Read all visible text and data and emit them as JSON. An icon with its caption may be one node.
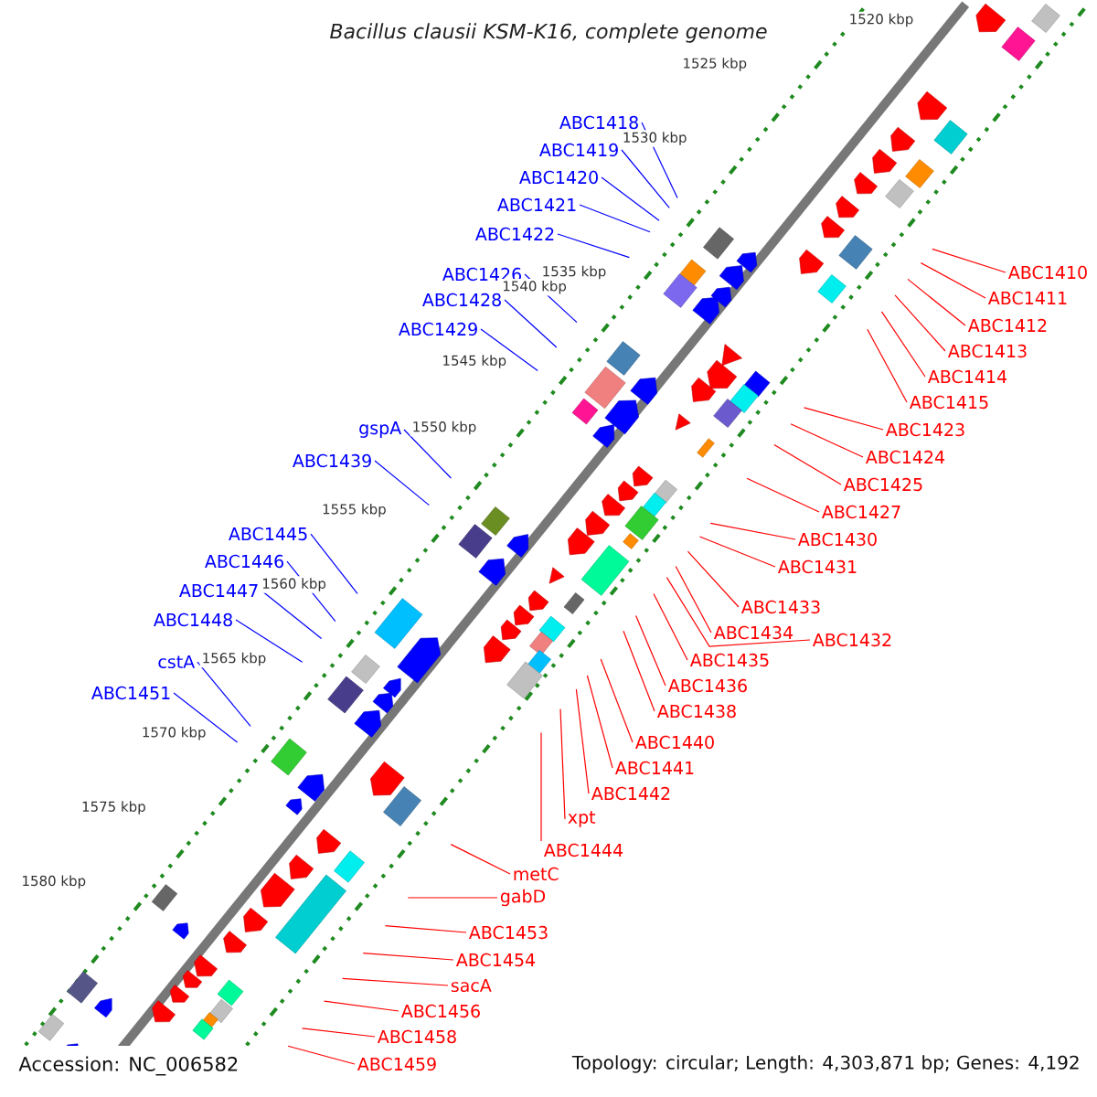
{
  "diagram": {
    "title": "Bacillus clausii KSM-K16, complete genome",
    "nodes": [
      {
        "text": [
          "ABC1418"
        ]
      },
      {
        "text": [
          "ABC1419"
        ]
      },
      {
        "text": [
          "ABC1420"
        ]
      },
      {
        "text": [
          "ABC1421"
        ]
      },
      {
        "text": [
          "ABC1422"
        ]
      },
      {
        "text": [
          "ABC1426"
        ]
      },
      {
        "text": [
          "ABC1428"
        ]
      },
      {
        "text": [
          "ABC1429"
        ]
      },
      {
        "text": [
          "gspA"
        ]
      },
      {
        "text": [
          "ABC1439"
        ]
      },
      {
        "text": [
          "ABC1445"
        ]
      },
      {
        "text": [
          "ABC1446"
        ]
      },
      {
        "text": [
          "ABC1447"
        ]
      },
      {
        "text": [
          "ABC1448"
        ]
      },
      {
        "text": [
          "cstA"
        ]
      },
      {
        "text": [
          "ABC1451"
        ]
      },
      {
        "text": [
          "ABC1410"
        ]
      },
      {
        "text": [
          "ABC1411"
        ]
      },
      {
        "text": [
          "ABC1412"
        ]
      },
      {
        "text": [
          "ABC1413"
        ]
      },
      {
        "text": [
          "ABC1414"
        ]
      },
      {
        "text": [
          "ABC1415"
        ]
      },
      {
        "text": [
          "ABC1423"
        ]
      },
      {
        "text": [
          "ABC1424"
        ]
      },
      {
        "text": [
          "ABC1425"
        ]
      },
      {
        "text": [
          "ABC1427"
        ]
      },
      {
        "text": [
          "ABC1430"
        ]
      },
      {
        "text": [
          "ABC1431"
        ]
      },
      {
        "text": [
          "ABC1433"
        ]
      },
      {
        "text": [
          "ABC1434"
        ]
      },
      {
        "text": [
          "ABC1432"
        ]
      },
      {
        "text": [
          "ABC1435"
        ]
      },
      {
        "text": [
          "ABC1436"
        ]
      },
      {
        "text": [
          "ABC1438"
        ]
      },
      {
        "text": [
          "ABC1440"
        ]
      },
      {
        "text": [
          "ABC1441"
        ]
      },
      {
        "text": [
          "ABC1442"
        ]
      },
      {
        "text": [
          "xpt"
        ]
      },
      {
        "text": [
          "ABC1444"
        ]
      },
      {
        "text": [
          "metC"
        ]
      },
      {
        "text": [
          "gabD"
        ]
      },
      {
        "text": [
          "ABC1453"
        ]
      },
      {
        "text": [
          "ABC1454"
        ]
      },
      {
        "text": [
          "sacA"
        ]
      },
      {
        "text": [
          "ABC1456"
        ]
      },
      {
        "text": [
          "ABC1458"
        ]
      },
      {
        "text": [
          "ABC1459"
        ]
      }
    ],
    "edges": [
      {
        "from": 0,
        "to": null,
        "arrow": "none",
        "color": "#0000ff"
      },
      {
        "from": 1,
        "to": null,
        "arrow": "none",
        "color": "#0000ff"
      },
      {
        "from": 2,
        "to": null,
        "arrow": "none",
        "color": "#0000ff"
      },
      {
        "from": 3,
        "to": null,
        "arrow": "none",
        "color": "#0000ff"
      },
      {
        "from": 4,
        "to": null,
        "arrow": "none",
        "color": "#0000ff"
      },
      {
        "from": 5,
        "to": null,
        "arrow": "none",
        "color": "#0000ff"
      },
      {
        "from": 6,
        "to": null,
        "arrow": "none",
        "color": "#0000ff"
      },
      {
        "from": 7,
        "to": null,
        "arrow": "none",
        "color": "#0000ff"
      },
      {
        "from": 8,
        "to": null,
        "arrow": "none",
        "color": "#0000ff"
      },
      {
        "from": 9,
        "to": null,
        "arrow": "none",
        "color": "#0000ff"
      },
      {
        "from": 10,
        "to": null,
        "arrow": "none",
        "color": "#0000ff"
      },
      {
        "from": 11,
        "to": null,
        "arrow": "none",
        "color": "#0000ff"
      },
      {
        "from": 12,
        "to": null,
        "arrow": "none",
        "color": "#0000ff"
      },
      {
        "from": 13,
        "to": null,
        "arrow": "none",
        "color": "#0000ff"
      },
      {
        "from": 14,
        "to": null,
        "arrow": "none",
        "color": "#0000ff"
      },
      {
        "from": 15,
        "to": null,
        "arrow": "none",
        "color": "#0000ff"
      },
      {
        "from": 16,
        "to": null,
        "arrow": "none"
      },
      {
        "from": 17,
        "to": null,
        "arrow": "none"
      },
      {
        "from": 18,
        "to": null,
        "arrow": "none"
      },
      {
        "from": 19,
        "to": null,
        "arrow": "none"
      },
      {
        "from": 20,
        "to": null,
        "arrow": "none"
      },
      {
        "from": 21,
        "to": null,
        "arrow": "none"
      },
      {
        "from": 22,
        "to": null,
        "arrow": "none"
      },
      {
        "from": 23,
        "to": null,
        "arrow": "none"
      },
      {
        "from": 24,
        "to": null,
        "arrow": "none"
      },
      {
        "from": 25,
        "to": null,
        "arrow": "none"
      },
      {
        "from": 26,
        "to": null,
        "arrow": "none"
      },
      {
        "from": 27,
        "to": null,
        "arrow": "none"
      },
      {
        "from": 28,
        "to": null,
        "arrow": "none"
      },
      {
        "from": 29,
        "to": null,
        "arrow": "none"
      },
      {
        "from": 30,
        "to": null,
        "arrow": "none"
      },
      {
        "from": 31,
        "to": null,
        "arrow": "none"
      },
      {
        "from": 32,
        "to": null,
        "arrow": "none"
      },
      {
        "from": 33,
        "to": null,
        "arrow": "none"
      },
      {
        "from": 34,
        "to": null,
        "arrow": "none"
      },
      {
        "from": 35,
        "to": null,
        "arrow": "none"
      },
      {
        "from": 36,
        "to": null,
        "arrow": "none"
      },
      {
        "from": 37,
        "to": null,
        "arrow": "none"
      },
      {
        "from": 38,
        "to": null,
        "arrow": "none"
      },
      {
        "from": 39,
        "to": null,
        "arrow": "none"
      },
      {
        "from": 40,
        "to": null,
        "arrow": "none"
      },
      {
        "from": 41,
        "to": null,
        "arrow": "none"
      },
      {
        "from": 42,
        "to": null,
        "arrow": "none"
      },
      {
        "from": 43,
        "to": null,
        "arrow": "none"
      },
      {
        "from": 44,
        "to": null,
        "arrow": "none"
      },
      {
        "from": 45,
        "to": null,
        "arrow": "none"
      },
      {
        "from": 46,
        "to": null,
        "arrow": "none"
      }
    ],
    "labels": [
      "1520 kbp",
      "1525 kbp",
      "1530 kbp",
      "1535 kbp",
      "1540 kbp",
      "1545 kbp",
      "1550 kbp",
      "1555 kbp",
      "1560 kbp",
      "1565 kbp",
      "1570 kbp",
      "1575 kbp",
      "1580 kbp",
      "Accession: NC_006582",
      "Topology: circular; Length: 4,303,871 bp; Genes: 4,192"
    ]
  }
}
